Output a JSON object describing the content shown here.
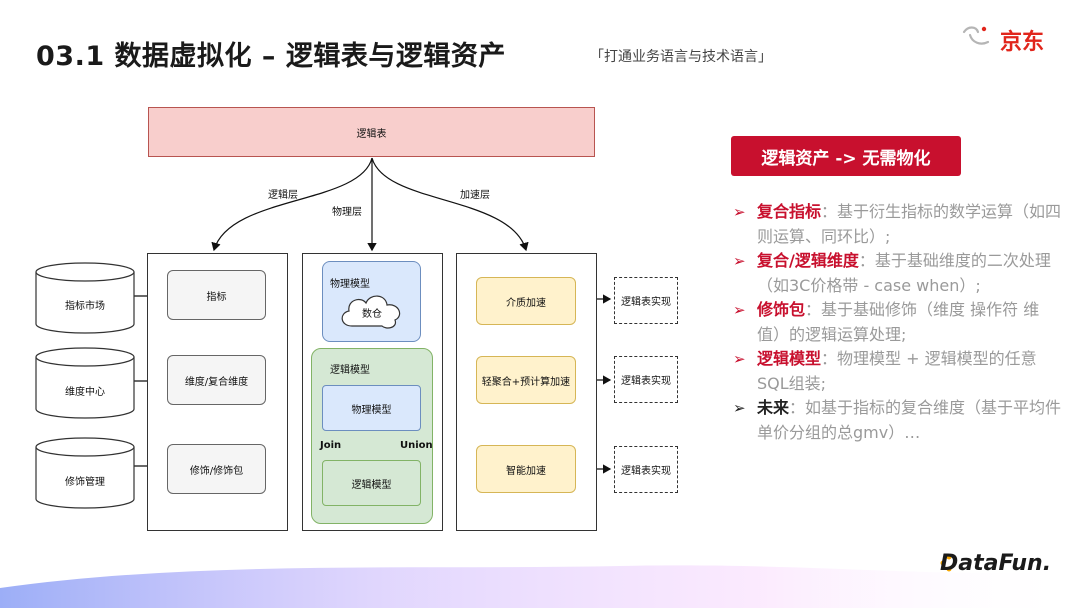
{
  "header": {
    "title": "03.1 数据虚拟化 – 逻辑表与逻辑资产",
    "subtitle": "「打通业务语言与技术语言」",
    "brand": "京东"
  },
  "diagram": {
    "top_box": "逻辑表",
    "branches": {
      "left": "逻辑层",
      "middle": "物理层",
      "right": "加速层"
    },
    "sources": [
      "指标市场",
      "维度中心",
      "修饰管理"
    ],
    "logic_layer": [
      "指标",
      "维度/复合维度",
      "修饰/修饰包"
    ],
    "physical_layer": {
      "physical_model_title": "物理模型",
      "warehouse": "数仓",
      "logical_model_title": "逻辑模型",
      "inner_physical": "物理模型",
      "inner_logical": "逻辑模型",
      "join": "Join",
      "union": "Union"
    },
    "accel_layer": [
      "介质加速",
      "轻聚合+预计算加速",
      "智能加速"
    ],
    "outputs": [
      "逻辑表实现",
      "逻辑表实现",
      "逻辑表实现"
    ]
  },
  "side": {
    "badge": "逻辑资产 -> 无需物化",
    "bullets": [
      {
        "term": "复合指标",
        "text": "：基于衍生指标的数学运算（如四则运算、同环比）;"
      },
      {
        "term": "复合/逻辑维度",
        "text": "：基于基础维度的二次处理（如3C价格带 - case when）;"
      },
      {
        "term": "修饰包",
        "text": "：基于基础修饰（维度 操作符 维值）的逻辑运算处理;"
      },
      {
        "term": "逻辑模型",
        "text": "：物理模型 + 逻辑模型的任意SQL组装;"
      },
      {
        "term": "未来",
        "text": "：如基于指标的复合维度（基于平均件单价分组的总gmv）…"
      }
    ]
  },
  "footer": {
    "brand": "DataFun."
  },
  "colors": {
    "accent": "#c8102e",
    "brand_red": "#e1251b"
  }
}
